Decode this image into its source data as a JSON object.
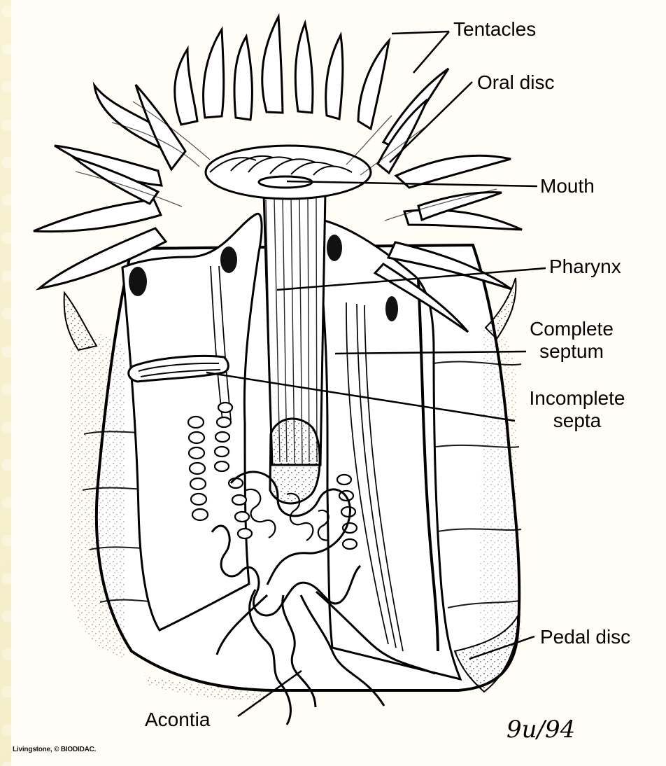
{
  "labels": {
    "tentacles": "Tentacles",
    "oral_disc": "Oral disc",
    "mouth": "Mouth",
    "pharynx": "Pharynx",
    "complete_septum_1": "Complete",
    "complete_septum_2": "septum",
    "incomplete_septa_1": "Incomplete",
    "incomplete_septa_2": "septa",
    "pedal_disc": "Pedal disc",
    "acontia": "Acontia"
  },
  "credit": "Livingstone, © BIODIDAC.",
  "date": "9u/94",
  "colors": {
    "background": "#f6efc9",
    "figure": "#fffdf6",
    "ink": "#000000"
  }
}
